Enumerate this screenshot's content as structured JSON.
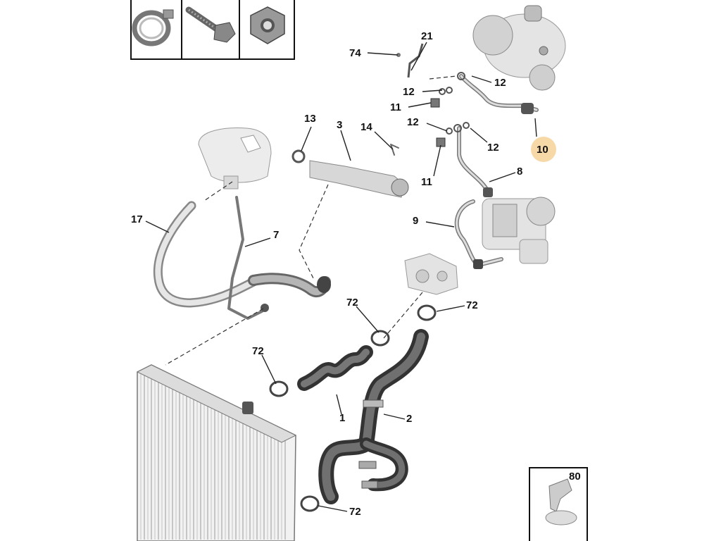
{
  "diagram": {
    "highlight_color": "#f7d9a8",
    "labels": [
      {
        "id": "l21",
        "text": "21"
      },
      {
        "id": "l74",
        "text": "74"
      },
      {
        "id": "l12a",
        "text": "12"
      },
      {
        "id": "l12b",
        "text": "12"
      },
      {
        "id": "l11a",
        "text": "11"
      },
      {
        "id": "l12c",
        "text": "12"
      },
      {
        "id": "l12d",
        "text": "12"
      },
      {
        "id": "l11b",
        "text": "11"
      },
      {
        "id": "l10",
        "text": "10"
      },
      {
        "id": "l8",
        "text": "8"
      },
      {
        "id": "l13",
        "text": "13"
      },
      {
        "id": "l3",
        "text": "3"
      },
      {
        "id": "l14",
        "text": "14"
      },
      {
        "id": "l9",
        "text": "9"
      },
      {
        "id": "l17",
        "text": "17"
      },
      {
        "id": "l7",
        "text": "7"
      },
      {
        "id": "l72a",
        "text": "72"
      },
      {
        "id": "l72b",
        "text": "72"
      },
      {
        "id": "l72c",
        "text": "72"
      },
      {
        "id": "l1",
        "text": "1"
      },
      {
        "id": "l2",
        "text": "2"
      },
      {
        "id": "l72d",
        "text": "72"
      },
      {
        "id": "l80",
        "text": "80"
      }
    ]
  }
}
